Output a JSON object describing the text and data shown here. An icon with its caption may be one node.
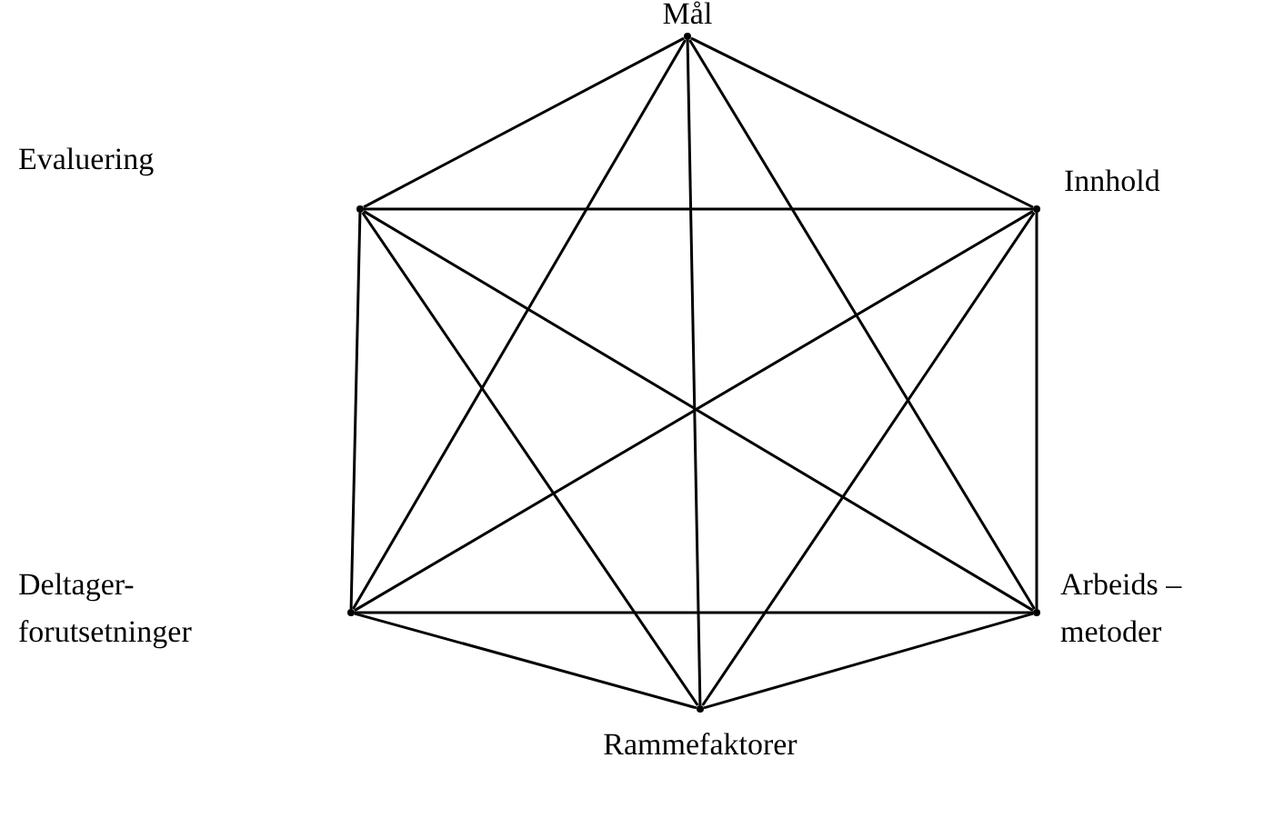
{
  "diagram": {
    "nodes": [
      {
        "text": [],
        "shape": "point",
        "beside": [
          "Mål"
        ]
      },
      {
        "text": [],
        "shape": "point"
      },
      {
        "text": [],
        "shape": "point",
        "beside": [
          "Innhold"
        ]
      },
      {
        "text": [],
        "shape": "point"
      },
      {
        "text": [],
        "shape": "point",
        "beside": [
          "Arbeids – metoder"
        ]
      },
      {
        "text": [],
        "shape": "point",
        "beside": [
          "Rammefaktorer"
        ]
      }
    ],
    "edges": [
      {
        "from": 0,
        "to": 1,
        "arrow": "none"
      },
      {
        "from": 0,
        "to": 2,
        "arrow": "none"
      },
      {
        "from": 0,
        "to": 3,
        "arrow": "none"
      },
      {
        "from": 0,
        "to": 4,
        "arrow": "none"
      },
      {
        "from": 0,
        "to": 5,
        "arrow": "none"
      },
      {
        "from": 1,
        "to": 2,
        "arrow": "none"
      },
      {
        "from": 1,
        "to": 3,
        "arrow": "none"
      },
      {
        "from": 1,
        "to": 4,
        "arrow": "none"
      },
      {
        "from": 1,
        "to": 5,
        "arrow": "none"
      },
      {
        "from": 2,
        "to": 3,
        "arrow": "none"
      },
      {
        "from": 2,
        "to": 4,
        "arrow": "none"
      },
      {
        "from": 2,
        "to": 5,
        "arrow": "none"
      },
      {
        "from": 3,
        "to": 4,
        "arrow": "none"
      },
      {
        "from": 3,
        "to": 5,
        "arrow": "none"
      },
      {
        "from": 4,
        "to": 5,
        "arrow": "none"
      }
    ],
    "labels": [
      "Evaluering",
      "Deltager- forutsetninger"
    ]
  }
}
